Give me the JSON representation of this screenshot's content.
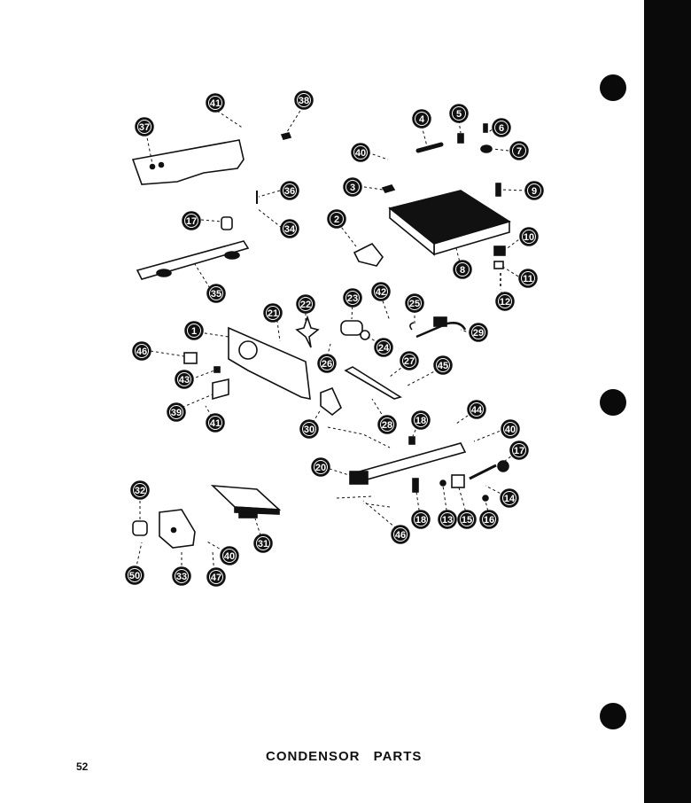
{
  "document": {
    "title": "CONDENSOR PARTS",
    "page_number": "52"
  },
  "callouts": [
    {
      "label": "41"
    },
    {
      "label": "38"
    },
    {
      "label": "37"
    },
    {
      "label": "4"
    },
    {
      "label": "5"
    },
    {
      "label": "6"
    },
    {
      "label": "7"
    },
    {
      "label": "40"
    },
    {
      "label": "3"
    },
    {
      "label": "9"
    },
    {
      "label": "36"
    },
    {
      "label": "17"
    },
    {
      "label": "34"
    },
    {
      "label": "2"
    },
    {
      "label": "10"
    },
    {
      "label": "8"
    },
    {
      "label": "11"
    },
    {
      "label": "12"
    },
    {
      "label": "35"
    },
    {
      "label": "21"
    },
    {
      "label": "22"
    },
    {
      "label": "23"
    },
    {
      "label": "42"
    },
    {
      "label": "25"
    },
    {
      "label": "29"
    },
    {
      "label": "1"
    },
    {
      "label": "24"
    },
    {
      "label": "46"
    },
    {
      "label": "26"
    },
    {
      "label": "27"
    },
    {
      "label": "45"
    },
    {
      "label": "43"
    },
    {
      "label": "39"
    },
    {
      "label": "28"
    },
    {
      "label": "41"
    },
    {
      "label": "30"
    },
    {
      "label": "18"
    },
    {
      "label": "44"
    },
    {
      "label": "40"
    },
    {
      "label": "17"
    },
    {
      "label": "20"
    },
    {
      "label": "14"
    },
    {
      "label": "32"
    },
    {
      "label": "18"
    },
    {
      "label": "13"
    },
    {
      "label": "15"
    },
    {
      "label": "16"
    },
    {
      "label": "46"
    },
    {
      "label": "31"
    },
    {
      "label": "40"
    },
    {
      "label": "50"
    },
    {
      "label": "33"
    },
    {
      "label": "47"
    }
  ]
}
